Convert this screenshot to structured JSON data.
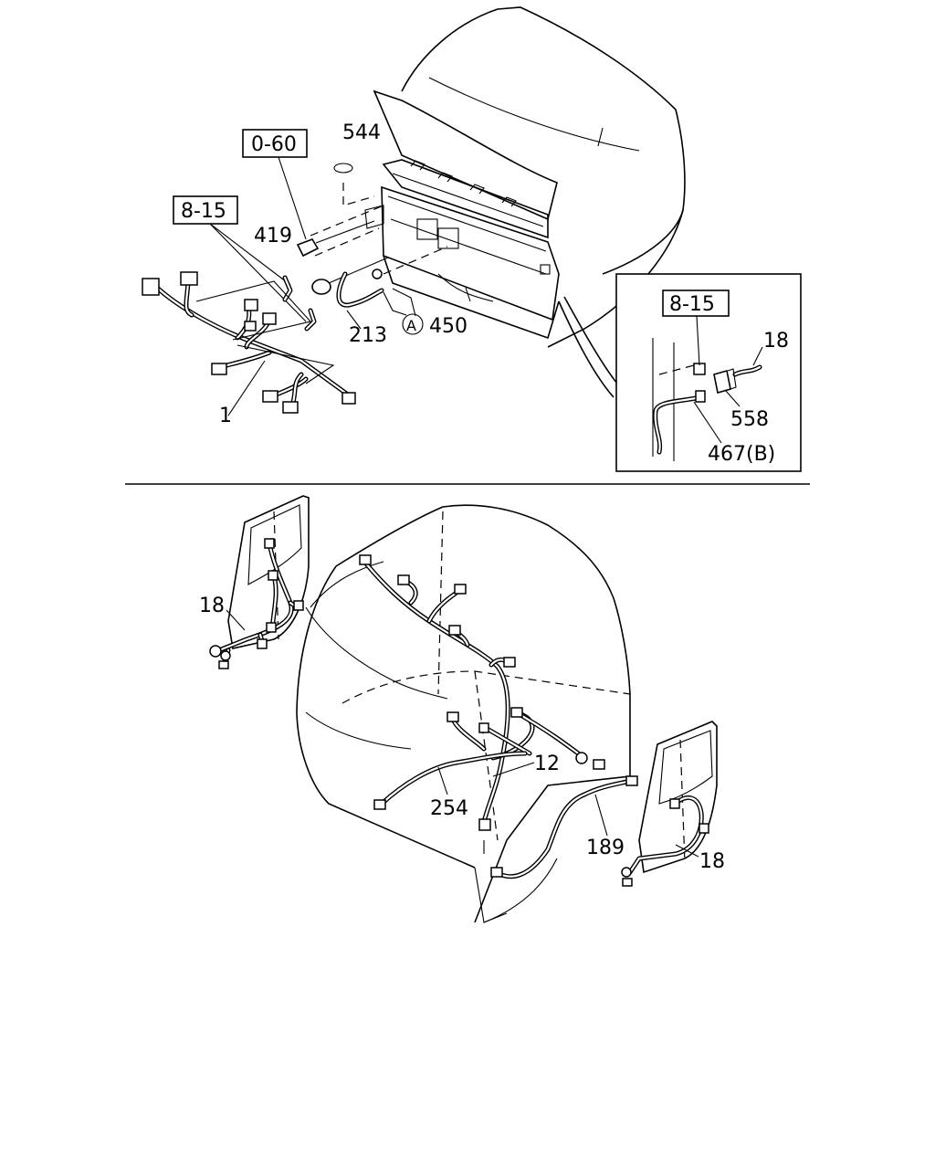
{
  "refs": {
    "r060": "0-60",
    "r815a": "8-15",
    "r815b": "8-15"
  },
  "labels": {
    "p544": "544",
    "p419": "419",
    "p213": "213",
    "circleA": "A",
    "p450": "450",
    "p1": "1",
    "p18_inset": "18",
    "p558": "558",
    "p467": "467(B)",
    "p18_left": "18",
    "p12": "12",
    "p254": "254",
    "p189": "189",
    "p18_right": "18"
  }
}
